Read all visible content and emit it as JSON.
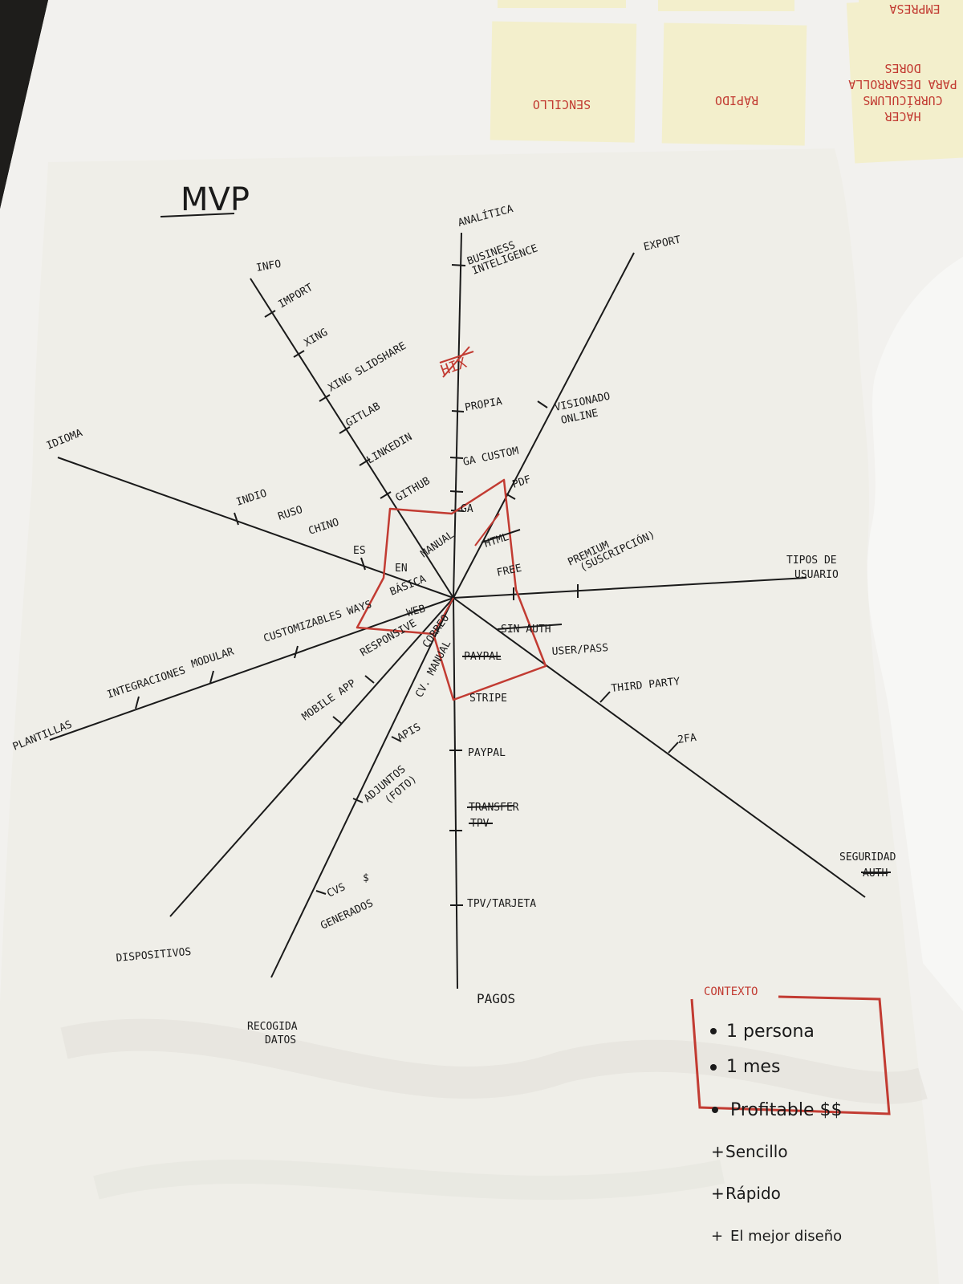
{
  "sticky_notes": {
    "left": "SENCILLO",
    "middle": "RÁPIDO",
    "right_lines": [
      "HACER",
      "CURRÍCULUMS",
      "PARA DESARROLLA",
      "DORES"
    ],
    "top_right": "EMPRESA"
  },
  "poster": {
    "title": "MVP",
    "axes": [
      {
        "id": "analitica",
        "name": "ANALÍTICA",
        "ticks": [
          "BUSINESS INTELIGENCE",
          "HIX",
          "PROPIA",
          "GA CUSTOM",
          "GA",
          "MANUAL"
        ]
      },
      {
        "id": "export",
        "name": "EXPORT",
        "ticks": [
          "VISIONADO ONLINE",
          "PDF",
          "HTML"
        ]
      },
      {
        "id": "tipos",
        "name": "TIPOS DE USUARIO",
        "ticks": [
          "PREMIUM (SUSCRIPCIÓN)",
          "FREE"
        ]
      },
      {
        "id": "seguridad",
        "name": "SEGURIDAD",
        "name_struck": "AUTH",
        "ticks": [
          "SIN AUTH",
          "USER/PASS",
          "THIRD PARTY",
          "2FA"
        ]
      },
      {
        "id": "pagos",
        "name": "PAGOS",
        "ticks": [
          "PAYPAL",
          "STRIPE",
          "PAYPAL",
          "TRANSFER",
          "TPV",
          "TPV/TARJETA"
        ]
      },
      {
        "id": "recogida",
        "name": "RECOGIDA DATOS",
        "ticks": [
          "CV. MANUAL",
          "APIS",
          "ADJUNTOS (FOTO)",
          "CVS GENERADOS $"
        ]
      },
      {
        "id": "dispositivos",
        "name": "DISPOSITIVOS",
        "ticks": [
          "CORREO",
          "RESPONSIVE",
          "MOBILE APP"
        ]
      },
      {
        "id": "plantillas",
        "name": "PLANTILLAS",
        "ticks": [
          "WEB",
          "CUSTOMIZABLES WAYS",
          "MODULAR",
          "INTEGRACIONES"
        ]
      },
      {
        "id": "idioma",
        "name": "IDIOMA",
        "ticks": [
          "BÁSICA",
          "EN",
          "ES",
          "CHINO",
          "RUSO",
          "INDIO"
        ]
      },
      {
        "id": "info",
        "name": "INFO",
        "ticks": [
          "IMPORT",
          "XING",
          "XING SLIDSHARE",
          "GITLAB",
          "LINKEDIN",
          "GITHUB"
        ]
      }
    ],
    "context_box": {
      "title": "CONTEXTO",
      "items": [
        "1 persona",
        "1 mes",
        "Profitable $$"
      ]
    },
    "extras": [
      "Sencillo",
      "Rápido",
      "El mejor diseño"
    ]
  },
  "colors": {
    "paper": "#efeee8",
    "sticky": "#f3efcc",
    "ink": "#1a1a1a",
    "red_ink": "#c23b32",
    "dark_background": "#2c2b28",
    "table": "#f4f3f0"
  }
}
